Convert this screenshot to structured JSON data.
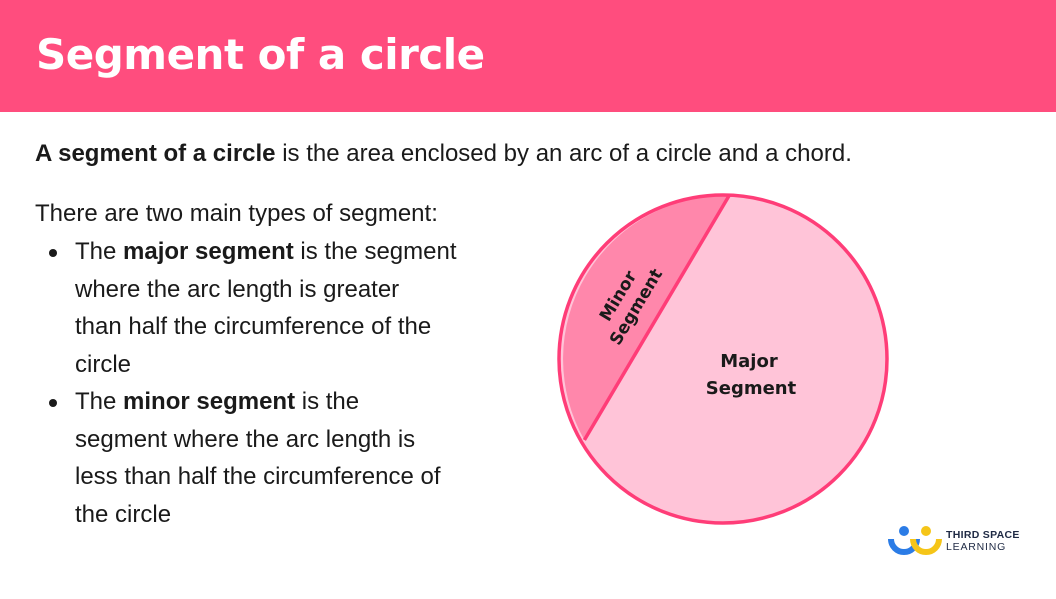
{
  "header": {
    "title": "Segment of a circle"
  },
  "definition": {
    "term": "A segment of a circle",
    "rest": " is the area enclosed by an arc of a circle and a chord."
  },
  "intro": "There are two main types of segment:",
  "bullets": [
    {
      "prefix": "The ",
      "term": "major segment",
      "line1_rest": " is the segment",
      "lines": [
        "where the arc length is greater",
        "than half the circumference of the",
        "circle"
      ]
    },
    {
      "prefix": "The ",
      "term": "minor segment",
      "line1_rest": " is the",
      "lines": [
        "segment where the arc length is",
        "less than half the circumference of",
        "the circle"
      ]
    }
  ],
  "diagram": {
    "minor_label_line1": "Minor",
    "minor_label_line2": "Segment",
    "major_label_line1": "Major",
    "major_label_line2": "Segment",
    "colors": {
      "circle_fill": "#ffc4d8",
      "minor_fill": "#ff87ab",
      "stroke": "#ff3d78"
    }
  },
  "logo": {
    "line1": "THIRD SPACE",
    "line2": "LEARNING"
  },
  "colors": {
    "header_bg": "#ff4d7e"
  }
}
